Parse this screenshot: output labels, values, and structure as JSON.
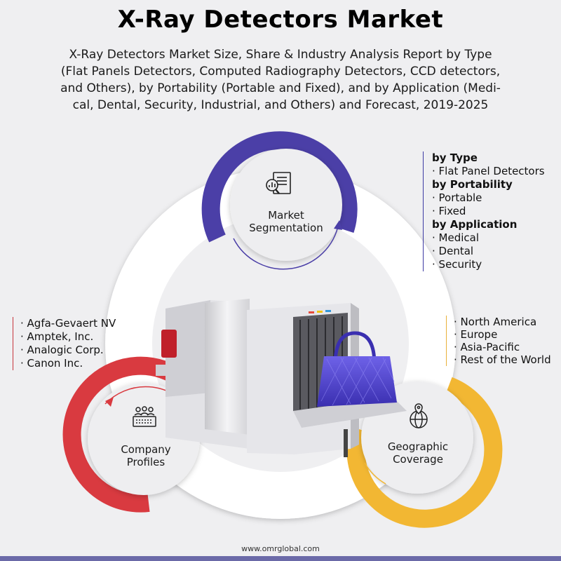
{
  "header": {
    "title": "X-Ray Detectors Market",
    "subtitle_lines": [
      "X-Ray Detectors Market Size, Share & Industry Analysis Report by Type",
      "(Flat Panels Detectors, Computed Radiography Detectors, CCD detectors,",
      "and Others), by Portability (Portable and Fixed), and by Application (Medi-",
      "cal, Dental, Security, Industrial, and Others) and Forecast, 2019-2025"
    ]
  },
  "nodes": {
    "segmentation": {
      "label_line1": "Market",
      "label_line2": "Segmentation",
      "icon": "report-chart-icon",
      "color": "#4b3fa7"
    },
    "company": {
      "label_line1": "Company",
      "label_line2": "Profiles",
      "icon": "group-icon",
      "color": "#d93a40"
    },
    "geographic": {
      "label_line1": "Geographic",
      "label_line2": "Coverage",
      "icon": "globe-pin-icon",
      "color": "#f2b733"
    }
  },
  "segmentation_list": {
    "type_heading": "by Type",
    "type_items": [
      "Flat Panel Detectors"
    ],
    "portability_heading": "by Portability",
    "portability_items": [
      "Portable",
      "Fixed"
    ],
    "application_heading": "by Application",
    "application_items": [
      "Medical",
      "Dental",
      "Security"
    ]
  },
  "company_list": [
    "Agfa-Gevaert NV",
    "Amptek, Inc.",
    "Analogic Corp.",
    "Canon Inc."
  ],
  "geo_list": [
    "North America",
    "Europe",
    "Asia-Pacific",
    "Rest of the World"
  ],
  "center_image": "x-ray-baggage-scanner",
  "footer": {
    "url": "www.omrglobal.com",
    "bar_color": "#6b6aa8"
  }
}
